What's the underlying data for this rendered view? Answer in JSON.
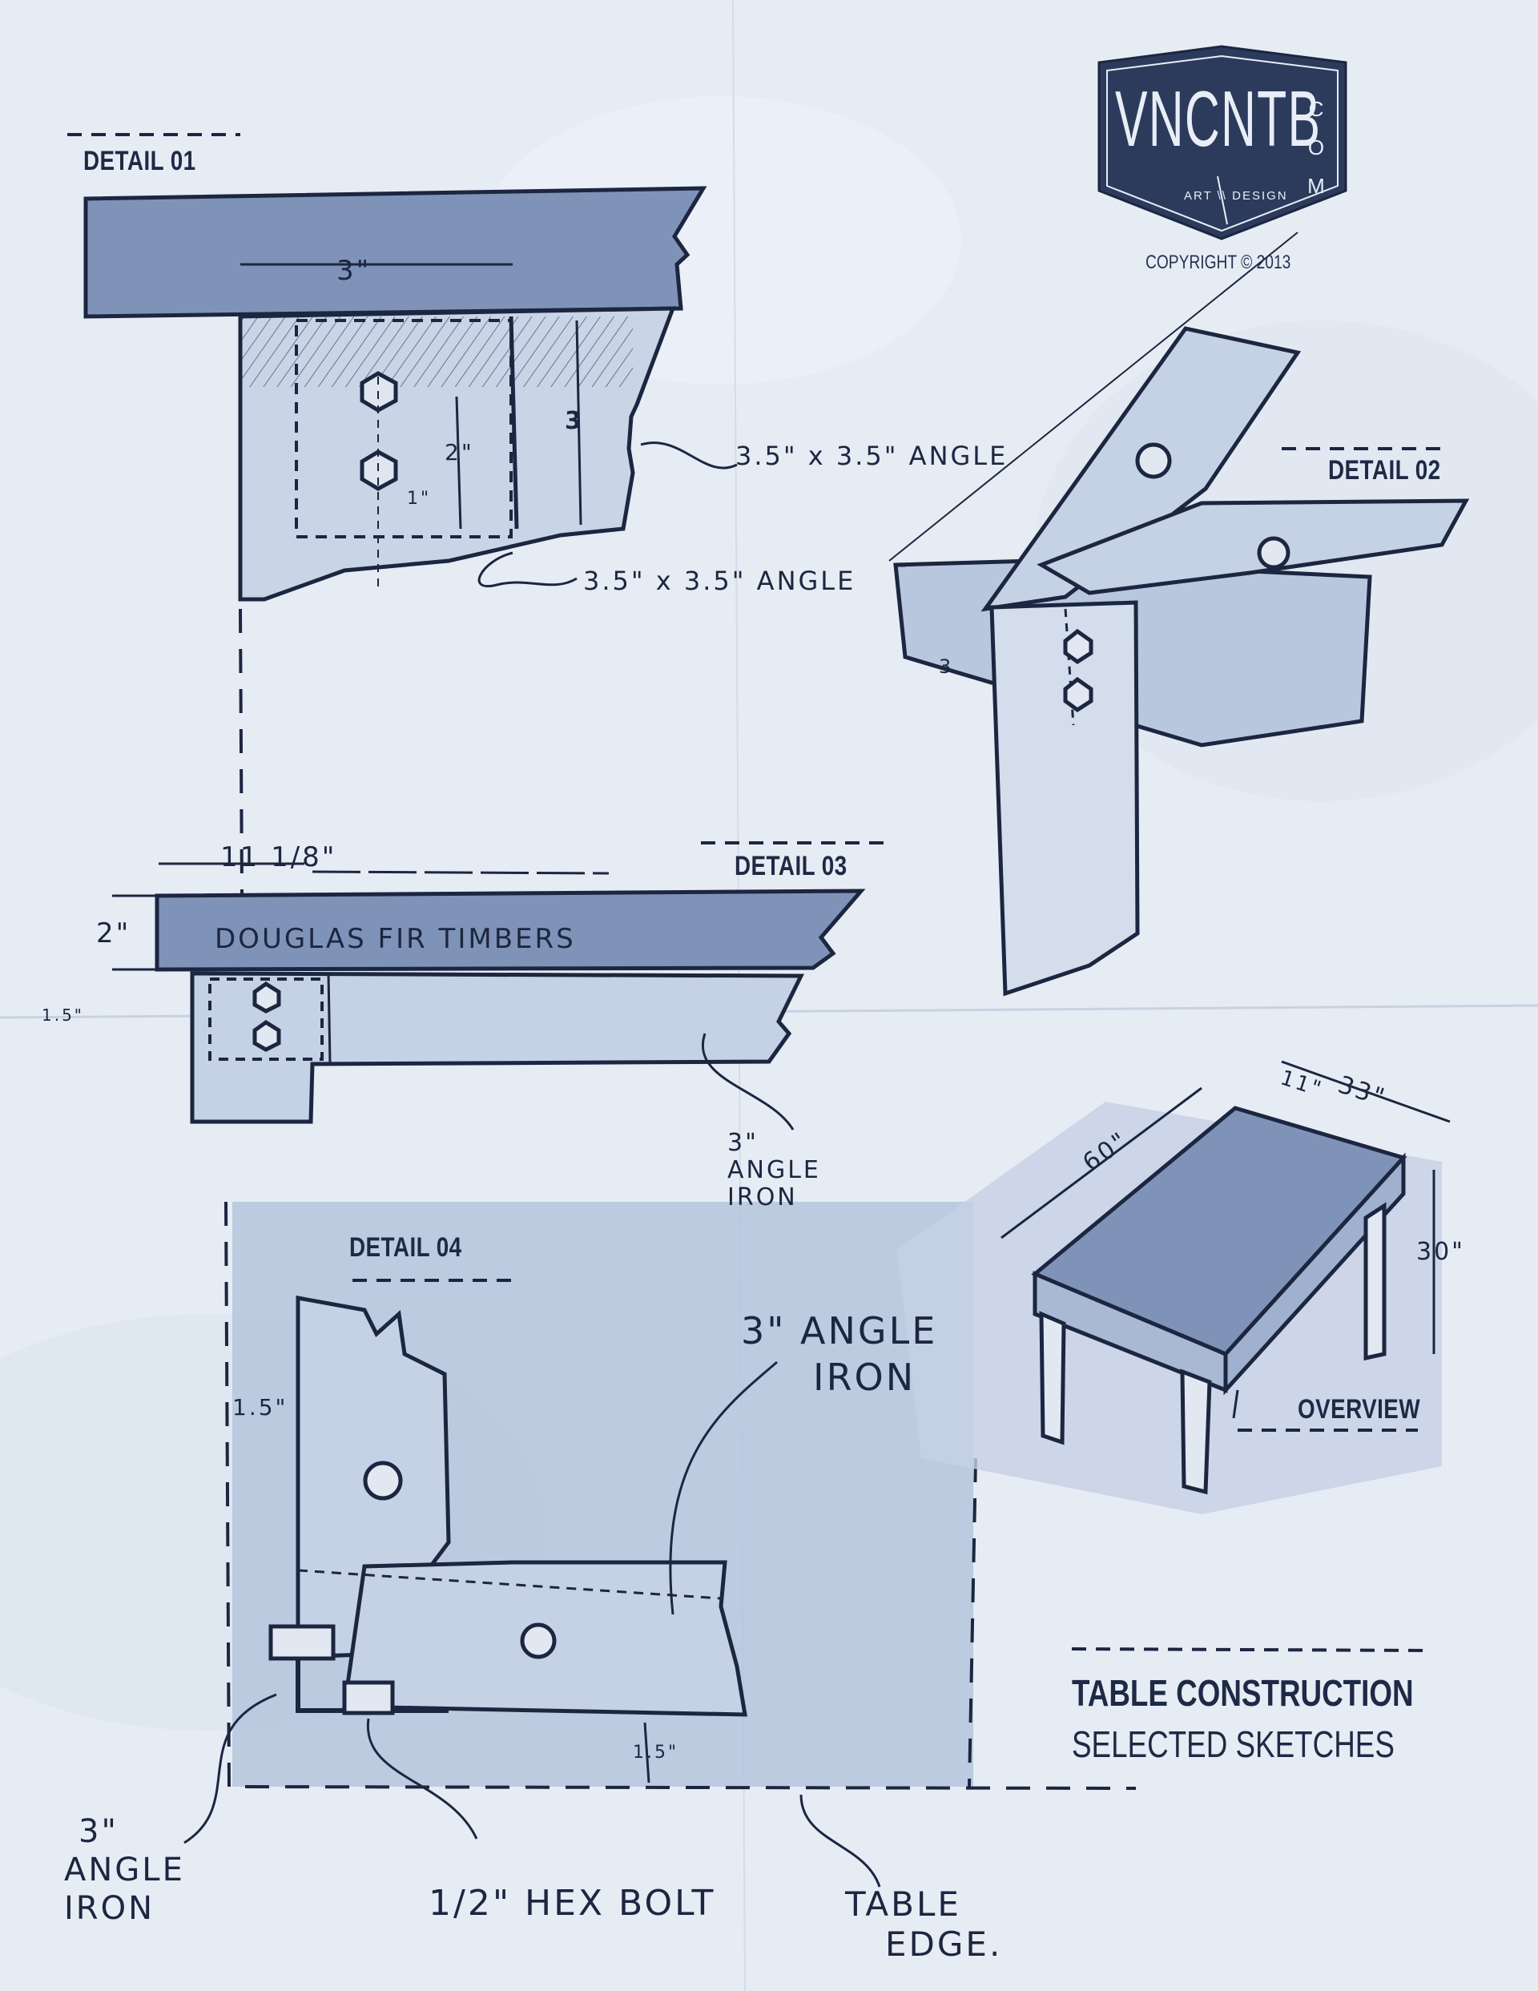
{
  "logo": {
    "main": "VNCNTB",
    "side": [
      "C",
      "O",
      "M"
    ],
    "tagline": "ART \\\\ DESIGN",
    "copyright": "COPYRIGHT © 2013"
  },
  "details": {
    "d01": "DETAIL 01",
    "d02": "DETAIL 02",
    "d03": "DETAIL 03",
    "d04": "DETAIL 04",
    "overview": "OVERVIEW"
  },
  "detail01_notes": {
    "width": "3\"",
    "height_right": "3",
    "bolt_spacing": "2\"",
    "bolt_offset": "1\"",
    "callout_upper": "3.5\" x 3.5\" ANGLE",
    "callout_lower": "3.5\" x 3.5\" ANGLE"
  },
  "detail02_notes": {
    "edge": "3"
  },
  "detail03_notes": {
    "length": "11 1/8\"",
    "thickness": "2\"",
    "offset": "1.5\"",
    "timber": "DOUGLAS FIR TIMBERS",
    "callout": [
      "3\"",
      "ANGLE",
      "IRON"
    ]
  },
  "detail04_notes": {
    "offset_left": "1.5\"",
    "offset_bottom": "1.5\"",
    "angle_iron_top": [
      "3\" ANGLE",
      "IRON"
    ],
    "angle_iron_left": [
      "3\"",
      "ANGLE",
      "IRON"
    ],
    "hex_bolt": "1/2\" HEX BOLT",
    "table_edge": [
      "TABLE",
      "EDGE."
    ]
  },
  "overview_notes": {
    "length": "60\"",
    "width": "33\"",
    "leg_inset": "11\"",
    "height": "30\""
  },
  "footer": {
    "title": "TABLE CONSTRUCTION",
    "subtitle": "SELECTED SKETCHES"
  },
  "colors": {
    "ink": "#1c2640",
    "fill": "#8fa3c6",
    "paper": "#e6ecf4",
    "logo": "#2c3b5c"
  }
}
